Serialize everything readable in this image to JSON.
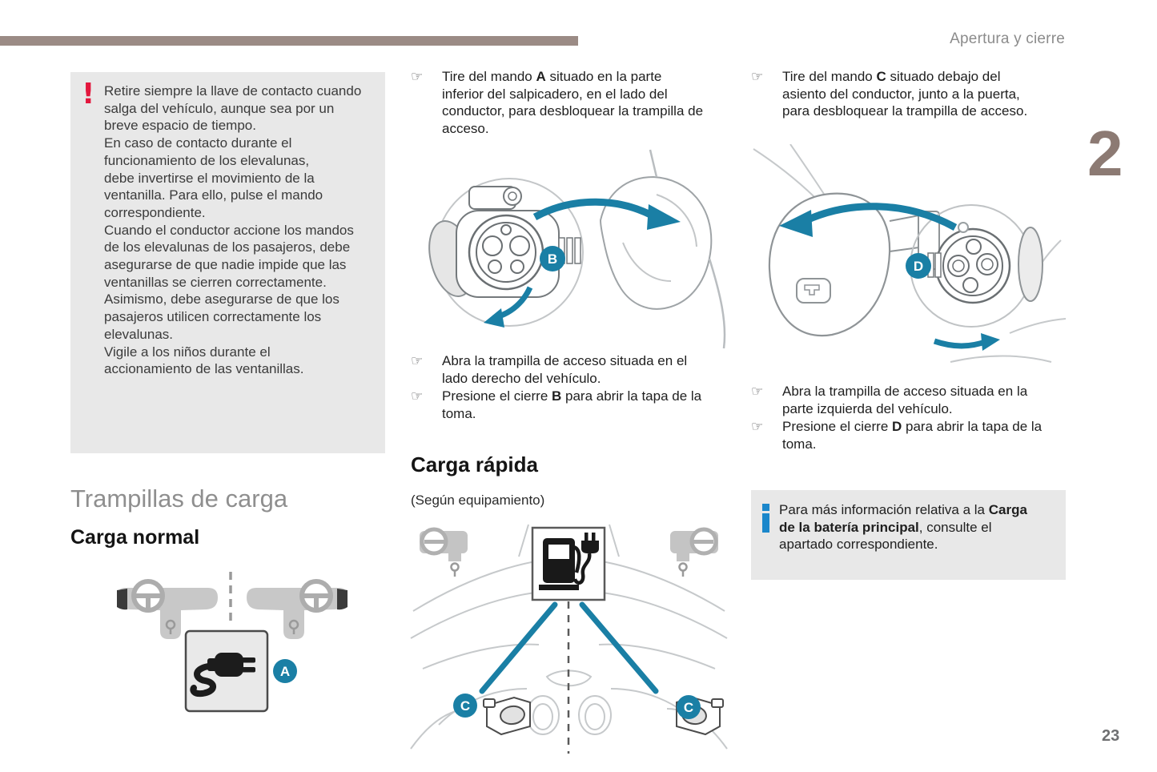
{
  "page": {
    "header": "Apertura y cierre",
    "chapter": "2",
    "number": "23"
  },
  "colors": {
    "accent_teal": "#1a7fa5",
    "warning_red": "#e3173d",
    "info_blue": "#1b87cb",
    "chapter_taupe": "#9b8b85",
    "heading_gray": "#8f8f8f",
    "box_gray": "#e8e8e8"
  },
  "icons": {
    "pointer": "☞",
    "warning": "!",
    "info": "i",
    "plug": "plug-icon",
    "charging_station": "charging-station-icon"
  },
  "left": {
    "warning_text": "Retire siempre la llave de contacto cuando\nsalga del vehículo, aunque sea por un\nbreve espacio de tiempo.\nEn caso de contacto durante el\nfuncionamiento de los elevalunas,\ndebe invertirse el movimiento de la\nventanilla. Para ello, pulse el mando\ncorrespondiente.\nCuando el conductor accione los mandos\nde los elevalunas de los pasajeros, debe\nasegurarse de que nadie impide que las\nventanillas se cierren correctamente.\nAsimismo, debe asegurarse de que los\npasajeros utilicen correctamente los\nelevalunas.\nVigile a los niños durante el\naccionamiento de las ventanillas.",
    "section_title": "Trampillas de carga",
    "subsection_title": "Carga normal",
    "figure_label": "A"
  },
  "middle": {
    "bullets_top": [
      {
        "pre": "Tire del mando ",
        "bold": "A",
        "post": " situado en la parte\ninferior del salpicadero, en el lado del\nconductor, para desbloquear la trampilla de\nacceso."
      }
    ],
    "figure_label": "B",
    "bullets_bottom": [
      {
        "pre": "Abra la trampilla de acceso situada en el\nlado derecho del vehículo.",
        "bold": "",
        "post": ""
      },
      {
        "pre": "Presione el cierre ",
        "bold": "B",
        "post": " para abrir la tapa de la\ntoma."
      }
    ],
    "subsection_title": "Carga rápida",
    "note": "(Según equipamiento)",
    "figure_labels_bottom": [
      "C",
      "C"
    ]
  },
  "right": {
    "bullets_top": [
      {
        "pre": "Tire del mando ",
        "bold": "C",
        "post": " situado debajo del\nasiento del conductor, junto a la puerta,\npara desbloquear la trampilla de acceso."
      }
    ],
    "figure_label": "D",
    "bullets_bottom": [
      {
        "pre": "Abra la trampilla de acceso situada en la\nparte izquierda del vehículo.",
        "bold": "",
        "post": ""
      },
      {
        "pre": "Presione el cierre ",
        "bold": "D",
        "post": " para abrir la tapa de la\ntoma."
      }
    ],
    "info": {
      "pre": "Para más información relativa a la ",
      "bold": "Carga\nde la batería principal",
      "post": ", consulte el\napartado correspondiente."
    }
  }
}
